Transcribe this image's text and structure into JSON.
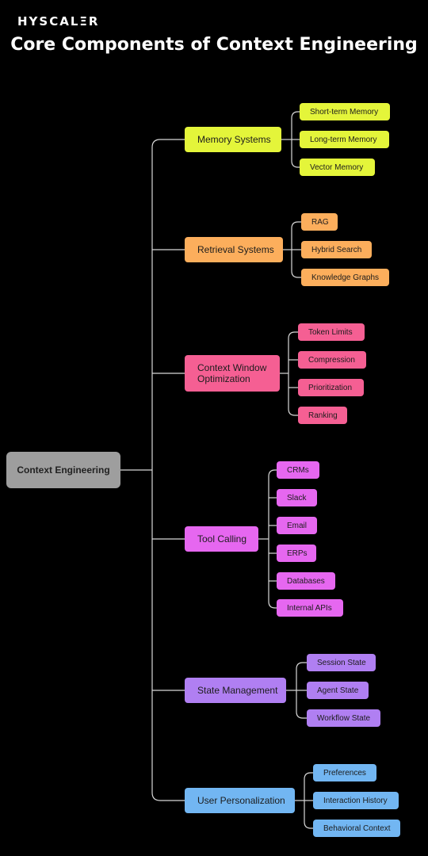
{
  "brand": "HYSCALΞR",
  "title": "Core Components of Context Engineering",
  "root": "Context Engineering",
  "categories": [
    {
      "label": "Memory Systems",
      "color": "#e4f53a",
      "items": [
        "Short-term Memory",
        "Long-term Memory",
        "Vector Memory"
      ]
    },
    {
      "label": "Retrieval Systems",
      "color": "#fcae5c",
      "items": [
        "RAG",
        "Hybrid Search",
        "Knowledge Graphs"
      ]
    },
    {
      "label": "Context Window Optimization",
      "color": "#f55f93",
      "items": [
        "Token Limits",
        "Compression",
        "Prioritization",
        "Ranking"
      ]
    },
    {
      "label": "Tool Calling",
      "color": "#e667f0",
      "items": [
        "CRMs",
        "Slack",
        "Email",
        "ERPs",
        "Databases",
        "Internal APIs"
      ]
    },
    {
      "label": "State Management",
      "color": "#b07ff2",
      "items": [
        "Session State",
        "Agent State",
        "Workflow State"
      ]
    },
    {
      "label": "User Personalization",
      "color": "#72b6f2",
      "items": [
        "Preferences",
        "Interaction History",
        "Behavioral Context"
      ]
    }
  ]
}
